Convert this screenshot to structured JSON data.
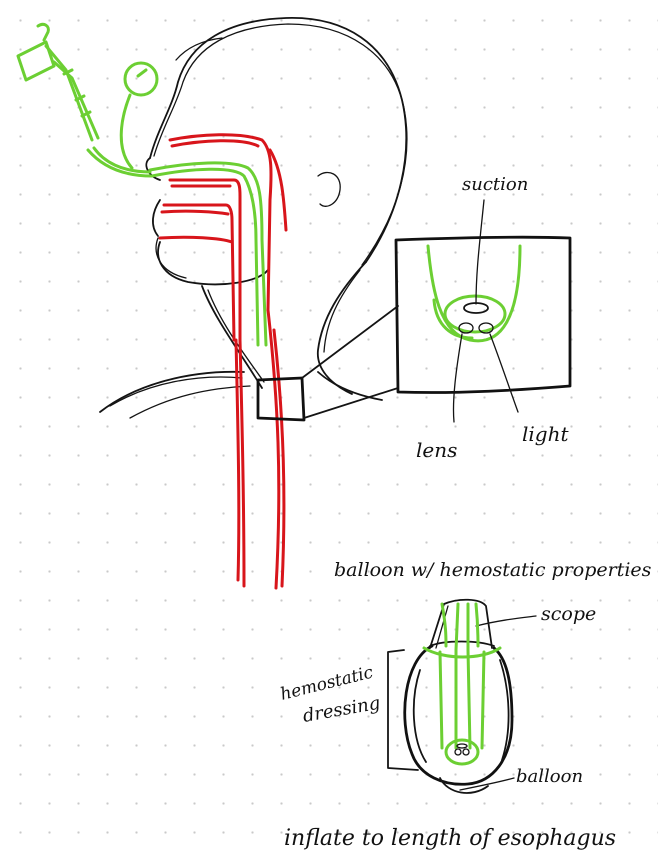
{
  "labels": {
    "suction": "suction",
    "lens": "lens",
    "light": "light",
    "balloon_title": "balloon w/ hemostatic properties",
    "scope": "scope",
    "hemostatic": "hemostatic",
    "dressing": "dressing",
    "balloon": "balloon",
    "caption": "inflate to length of esophagus"
  },
  "colors": {
    "ink": "#141414",
    "airway_red": "#d8151b",
    "scope_green": "#6ccf33",
    "grid_dot": "#c9c9c9",
    "paper": "#ffffff"
  },
  "icons": {
    "handpiece": "endoscope-handpiece-icon",
    "dial": "control-dial-icon"
  }
}
